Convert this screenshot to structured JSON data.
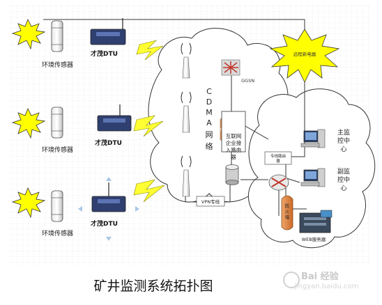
{
  "diagram": {
    "caption": "矿井监测系统拓扑图",
    "sensor_label": "环境传感器",
    "dtu_label": "才茂DTU",
    "cdma_label": [
      "C",
      "D",
      "M",
      "A",
      "网",
      "络"
    ],
    "ggsn_label": "GGSN",
    "remote_telecom_label": "远程新电器",
    "firewall_small_label": "防火墙",
    "router_label": [
      "互联网",
      "企业接",
      "入路由",
      "器"
    ],
    "vpn_label": "VPN专线",
    "dedicated_router_label": [
      "专线路由",
      "器"
    ],
    "firewall_label": [
      "防",
      "火",
      "墙"
    ],
    "main_center_label": [
      "主监",
      "控中",
      "心"
    ],
    "sub_center_label": [
      "副监",
      "控中",
      "心"
    ],
    "web_server_label": "WEB服务器",
    "watermark_brand": "Bai 经验",
    "watermark_url": "jingyan.baidu.com"
  }
}
